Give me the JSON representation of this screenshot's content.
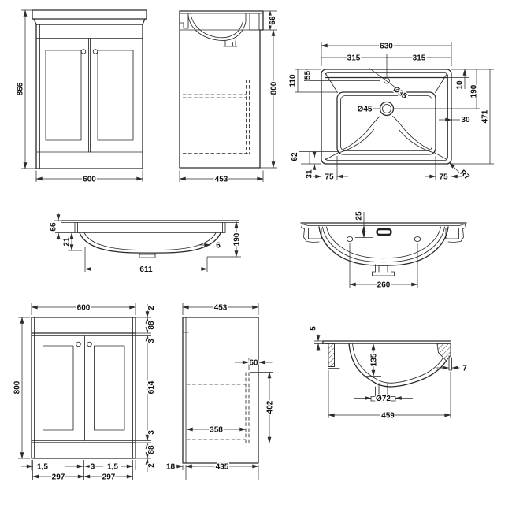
{
  "drawing": {
    "background": "#ffffff",
    "ink": "#2b2b2b"
  },
  "views": {
    "vanity_front": {
      "height": "866",
      "width": "600"
    },
    "vanity_side": {
      "basin_height": "66",
      "height": "800",
      "depth": "453"
    },
    "basin_plan": {
      "width": "630",
      "half_left": "315",
      "half_right": "315",
      "tap_center": "55",
      "deck_depth": "110",
      "tap_hole": "Ø35",
      "waste": "Ø45",
      "back_rim": "10",
      "waste_center": "190",
      "depth": "471",
      "rim_side": "30",
      "front_outer": "62",
      "front_inner": "31",
      "corner_left": "75",
      "corner_right": "75",
      "corner_radius": "R7"
    },
    "basin_front": {
      "rim_height": "66",
      "lip": "21",
      "edge": "6",
      "height": "190",
      "width": "611"
    },
    "basin_section_front": {
      "overflow_drop": "25",
      "hole_spacing": "260"
    },
    "cabinet_front": {
      "width": "600",
      "height": "800",
      "stack": [
        "2",
        "88",
        "3",
        "614",
        "3",
        "88",
        "2"
      ],
      "gaps": [
        "1,5",
        "3",
        "1,5"
      ],
      "doors": [
        "297",
        "297"
      ]
    },
    "cabinet_side": {
      "depth": "453",
      "recess": "60",
      "inner_height": "402",
      "inner_depth": "358",
      "back_panel": "18",
      "base_depth": "435"
    },
    "basin_section_side": {
      "lip": "5",
      "bowl_depth": "135",
      "wall": "7",
      "waste": "Ø72",
      "depth": "459"
    }
  }
}
